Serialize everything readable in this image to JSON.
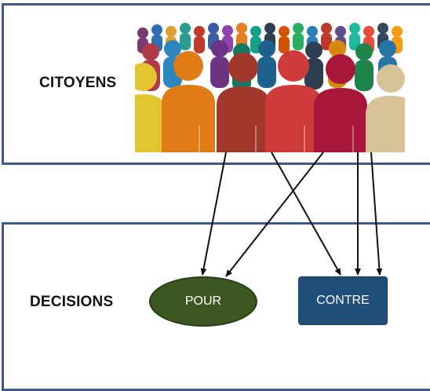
{
  "citizens_label": "CITOYENS",
  "decisions_label": "DECISIONS",
  "choices": {
    "pour": "POUR",
    "contre": "CONTRE"
  },
  "colors": {
    "panel_border": "#3f5a8a",
    "pour_fill": "#3d5722",
    "contre_fill": "#1f4e79",
    "arrow": "#111111"
  }
}
